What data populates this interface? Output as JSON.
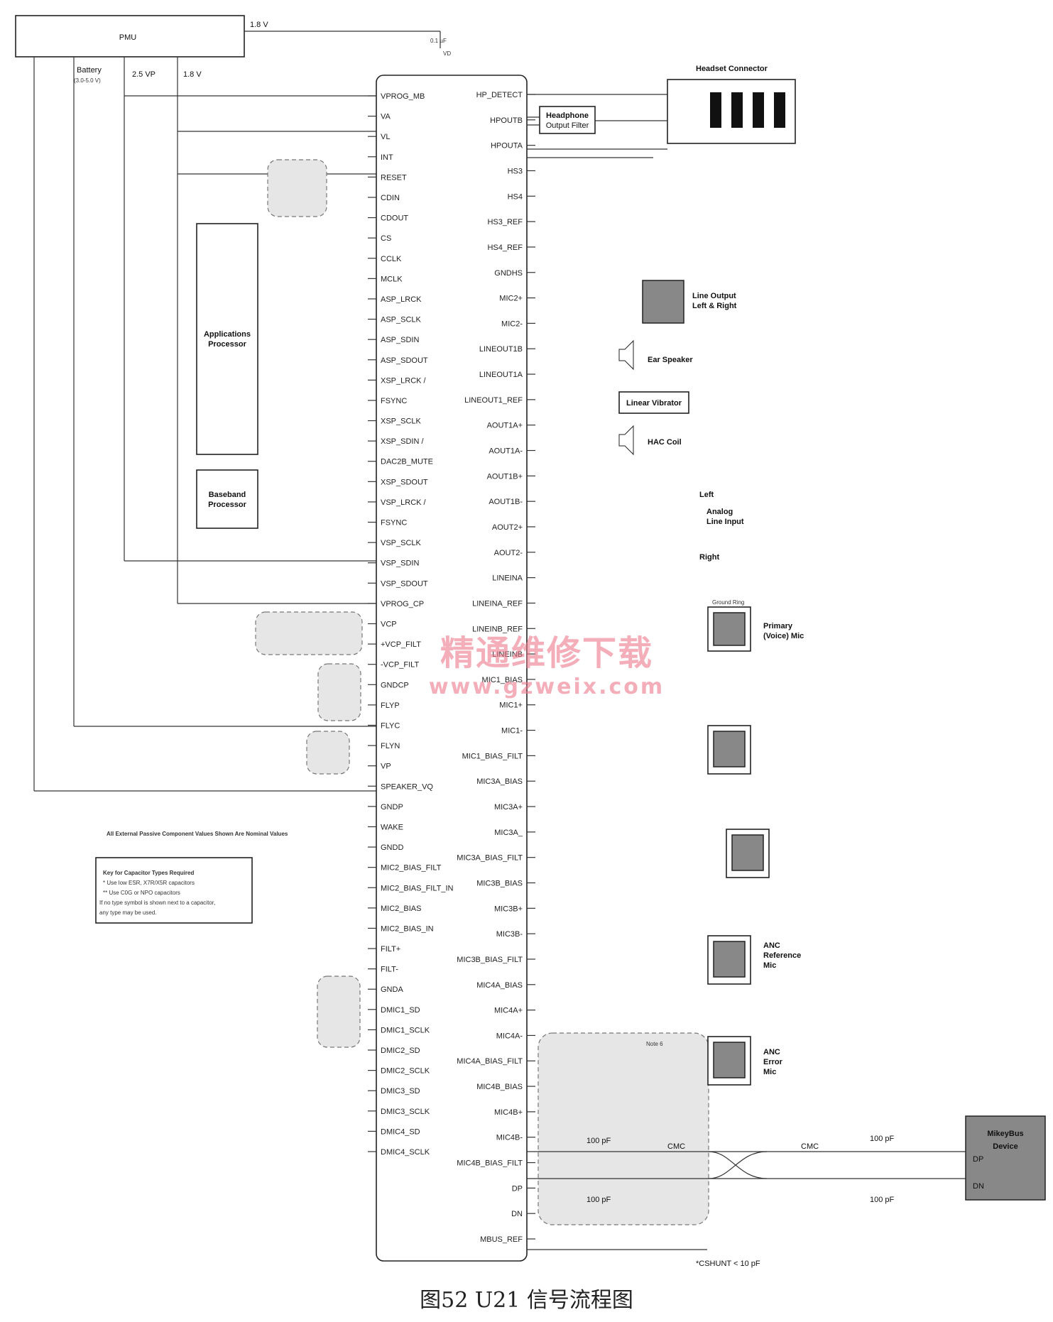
{
  "pmu": {
    "label": "PMU",
    "rail_top": "1.8 V",
    "battery": "Battery",
    "battery_range": "(3.0-5.0 V)",
    "vp": "2.5 VP",
    "v18": "1.8 V",
    "cap_top": "0.1 µF",
    "vd": "VD"
  },
  "headset": {
    "title": "Headset Connector",
    "filter_line1": "Headphone",
    "filter_line2": "Output Filter"
  },
  "ap": {
    "line1": "Applications",
    "line2": "Processor"
  },
  "bp": {
    "line1": "Baseband",
    "line2": "Processor"
  },
  "left_pins": [
    "VPROG_MB",
    "VA",
    "VL",
    "INT",
    "RESET",
    "CDIN",
    "CDOUT",
    "CS",
    "CCLK",
    "MCLK",
    "ASP_LRCK",
    "ASP_SCLK",
    "ASP_SDIN",
    "ASP_SDOUT",
    "XSP_LRCK /",
    "FSYNC",
    "XSP_SCLK",
    "XSP_SDIN /",
    "DAC2B_MUTE",
    "XSP_SDOUT",
    "VSP_LRCK /",
    "FSYNC",
    "VSP_SCLK",
    "VSP_SDIN",
    "VSP_SDOUT",
    "VPROG_CP",
    "VCP",
    "+VCP_FILT",
    "-VCP_FILT",
    "GNDCP",
    "FLYP",
    "FLYC",
    "FLYN",
    "VP",
    "SPEAKER_VQ",
    "GNDP",
    "WAKE",
    "GNDD",
    "MIC2_BIAS_FILT",
    "MIC2_BIAS_FILT_IN",
    "MIC2_BIAS",
    "MIC2_BIAS_IN",
    "FILT+",
    "FILT-",
    "GNDA",
    "DMIC1_SD",
    "DMIC1_SCLK",
    "DMIC2_SD",
    "DMIC2_SCLK",
    "DMIC3_SD",
    "DMIC3_SCLK",
    "DMIC4_SD",
    "DMIC4_SCLK"
  ],
  "right_pins": [
    "HP_DETECT",
    "HPOUTB",
    "HPOUTA",
    "HS3",
    "HS4",
    "HS3_REF",
    "HS4_REF",
    "GNDHS",
    "MIC2+",
    "MIC2-",
    "LINEOUT1B",
    "LINEOUT1A",
    "LINEOUT1_REF",
    "AOUT1A+",
    "AOUT1A-",
    "AOUT1B+",
    "AOUT1B-",
    "AOUT2+",
    "AOUT2-",
    "LINEINA",
    "LINEINA_REF",
    "LINEINB_REF",
    "LINEINB",
    "MIC1_BIAS",
    "MIC1+",
    "MIC1-",
    "MIC1_BIAS_FILT",
    "MIC3A_BIAS",
    "MIC3A+",
    "MIC3A_",
    "MIC3A_BIAS_FILT",
    "MIC3B_BIAS",
    "MIC3B+",
    "MIC3B-",
    "MIC3B_BIAS_FILT",
    "MIC4A_BIAS",
    "MIC4A+",
    "MIC4A-",
    "MIC4A_BIAS_FILT",
    "MIC4B_BIAS",
    "MIC4B+",
    "MIC4B-",
    "MIC4B_BIAS_FILT",
    "DP",
    "DN",
    "MBUS_REF"
  ],
  "devices": {
    "line_output": "Line Output",
    "line_output2": "Left & Right",
    "ear_speaker": "Ear Speaker",
    "linear_vibrator": "Linear Vibrator",
    "hac_coil": "HAC Coil",
    "left": "Left",
    "analog_in1": "Analog",
    "analog_in2": "Line Input",
    "right": "Right",
    "primary_mic1": "Primary",
    "primary_mic2": "(Voice) Mic",
    "anc_ref1": "ANC",
    "anc_ref2": "Reference",
    "anc_ref3": "Mic",
    "anc_err1": "ANC",
    "anc_err2": "Error",
    "anc_err3": "Mic",
    "mikeybus1": "MikeyBus",
    "mikeybus2": "Device",
    "ground_ring": "Ground Ring"
  },
  "notes": {
    "values": "All External Passive Component Values Shown Are Nominal Values",
    "key_title": "Key for Capacitor Types Required",
    "key_1": "*   Use low ESR, X7R/X5R capacitors",
    "key_2": "**  Use C0G or NPO capacitors",
    "key_3": "If no type symbol is shown next to a capacitor,",
    "key_4": "any type may be used."
  },
  "bus": {
    "cap1": "100 pF",
    "cap2": "100 pF",
    "cap3": "100 pF",
    "cap4": "100 pF",
    "cmc": "CMC",
    "cmc2": "CMC",
    "cshunt": "*CSHUNT < 10 pF",
    "dp": "DP",
    "dn": "DN",
    "note": "Note 6"
  },
  "caption": "图52   U21 信号流程图",
  "watermark": {
    "line1": "精通维修下载",
    "line2": "www.gzweix.com"
  }
}
